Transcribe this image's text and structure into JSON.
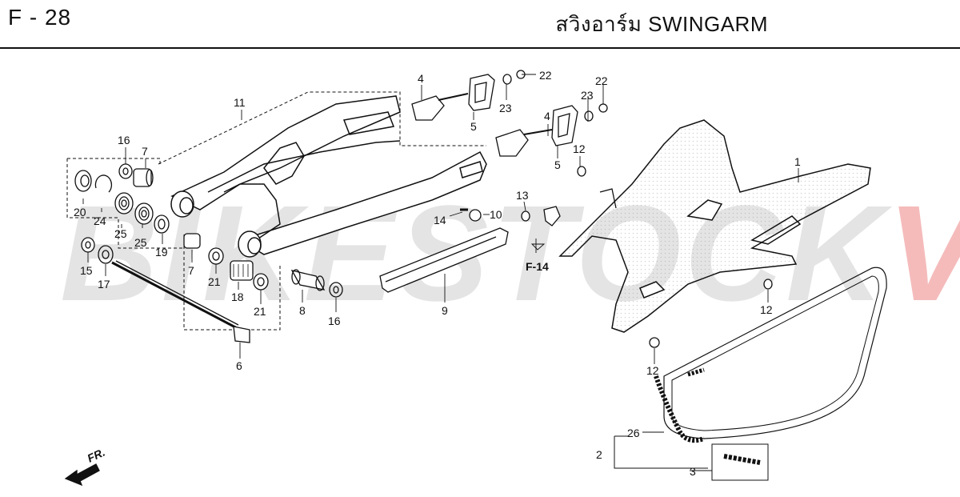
{
  "header": {
    "page_code": "F - 28",
    "title": "สวิงอาร์ม  SWINGARM"
  },
  "watermark": {
    "part_a": "BIKESTOCK",
    "part_b": "VN"
  },
  "references": {
    "section_ref": "F-14",
    "front_marker": "FR."
  },
  "callouts": [
    {
      "id": "c1",
      "label": "1"
    },
    {
      "id": "c2",
      "label": "2"
    },
    {
      "id": "c3",
      "label": "3"
    },
    {
      "id": "c4a",
      "label": "4"
    },
    {
      "id": "c4b",
      "label": "4"
    },
    {
      "id": "c5a",
      "label": "5"
    },
    {
      "id": "c5b",
      "label": "5"
    },
    {
      "id": "c6",
      "label": "6"
    },
    {
      "id": "c7a",
      "label": "7"
    },
    {
      "id": "c7b",
      "label": "7"
    },
    {
      "id": "c8",
      "label": "8"
    },
    {
      "id": "c9",
      "label": "9"
    },
    {
      "id": "c10",
      "label": "10"
    },
    {
      "id": "c11",
      "label": "11"
    },
    {
      "id": "c12a",
      "label": "12"
    },
    {
      "id": "c12b",
      "label": "12"
    },
    {
      "id": "c12c",
      "label": "12"
    },
    {
      "id": "c13",
      "label": "13"
    },
    {
      "id": "c14",
      "label": "14"
    },
    {
      "id": "c15",
      "label": "15"
    },
    {
      "id": "c16a",
      "label": "16"
    },
    {
      "id": "c16b",
      "label": "16"
    },
    {
      "id": "c17",
      "label": "17"
    },
    {
      "id": "c18",
      "label": "18"
    },
    {
      "id": "c19",
      "label": "19"
    },
    {
      "id": "c20",
      "label": "20"
    },
    {
      "id": "c21a",
      "label": "21"
    },
    {
      "id": "c21b",
      "label": "21"
    },
    {
      "id": "c22a",
      "label": "22"
    },
    {
      "id": "c22b",
      "label": "22"
    },
    {
      "id": "c23a",
      "label": "23"
    },
    {
      "id": "c23b",
      "label": "23"
    },
    {
      "id": "c24",
      "label": "24"
    },
    {
      "id": "c25a",
      "label": "25"
    },
    {
      "id": "c25b",
      "label": "25"
    },
    {
      "id": "c26",
      "label": "26"
    }
  ]
}
